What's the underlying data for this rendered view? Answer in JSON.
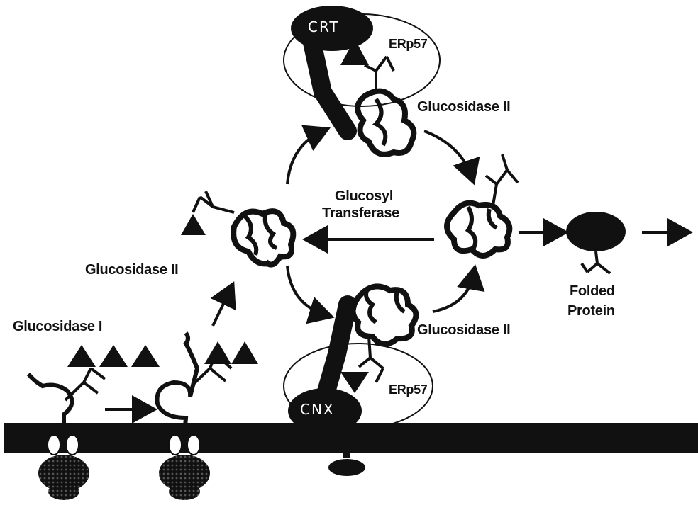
{
  "colors": {
    "ink": "#111111",
    "background": "#ffffff",
    "ellipse_fill": "#1a1a1a"
  },
  "labels": {
    "crt": "CRT",
    "cnx": "CNX",
    "erp57_top": "ERp57",
    "erp57_bottom": "ERp57",
    "glucosidase_ii_top": "Glucosidase II",
    "glucosidase_ii_left": "Glucosidase II",
    "glucosidase_ii_bottom": "Glucosidase II",
    "glucosidase_i": "Glucosidase I",
    "glucosyl_transferase_line1": "Glucosyl",
    "glucosyl_transferase_line2": "Transferase",
    "folded_protein_line1": "Folded",
    "folded_protein_line2": "Protein"
  },
  "icons": [
    "ribosome-icon",
    "glucose-triangle-icon",
    "glycan-branch-icon",
    "protein-coil-icon",
    "arrow-icon"
  ]
}
